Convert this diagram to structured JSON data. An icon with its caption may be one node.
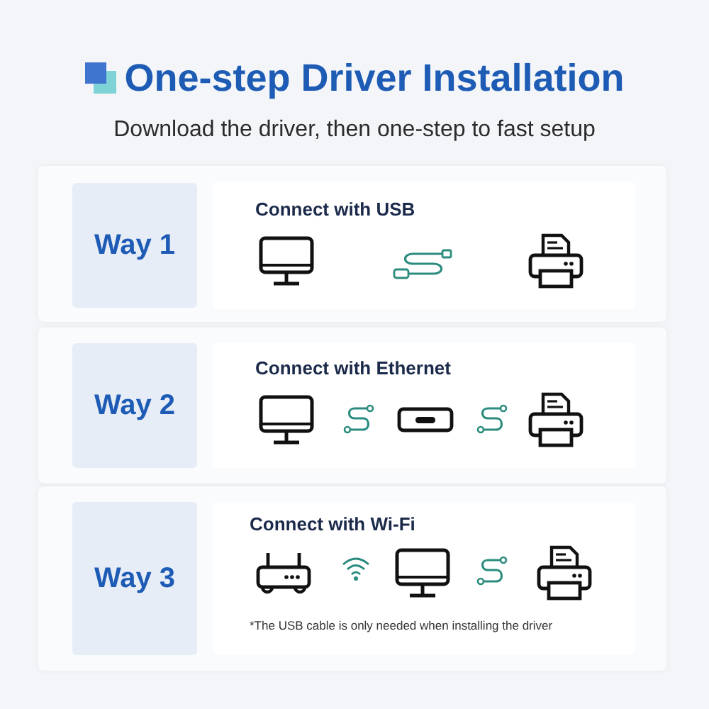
{
  "diagram": {
    "title": "One-step Driver Installation",
    "nodes": [
      {
        "text": [
          "Way 1"
        ]
      },
      {
        "text": [
          "Connect with USB"
        ]
      },
      {
        "text": [
          "Way 2"
        ]
      },
      {
        "text": [
          "Connect with Ethernet"
        ]
      },
      {
        "text": [
          "Way 3"
        ]
      },
      {
        "text": [
          "Connect with Wi-Fi",
          "*The USB cable is only needed when installing the driver"
        ]
      }
    ],
    "labels": [
      "Download the driver, then one-step to fast setup"
    ]
  }
}
